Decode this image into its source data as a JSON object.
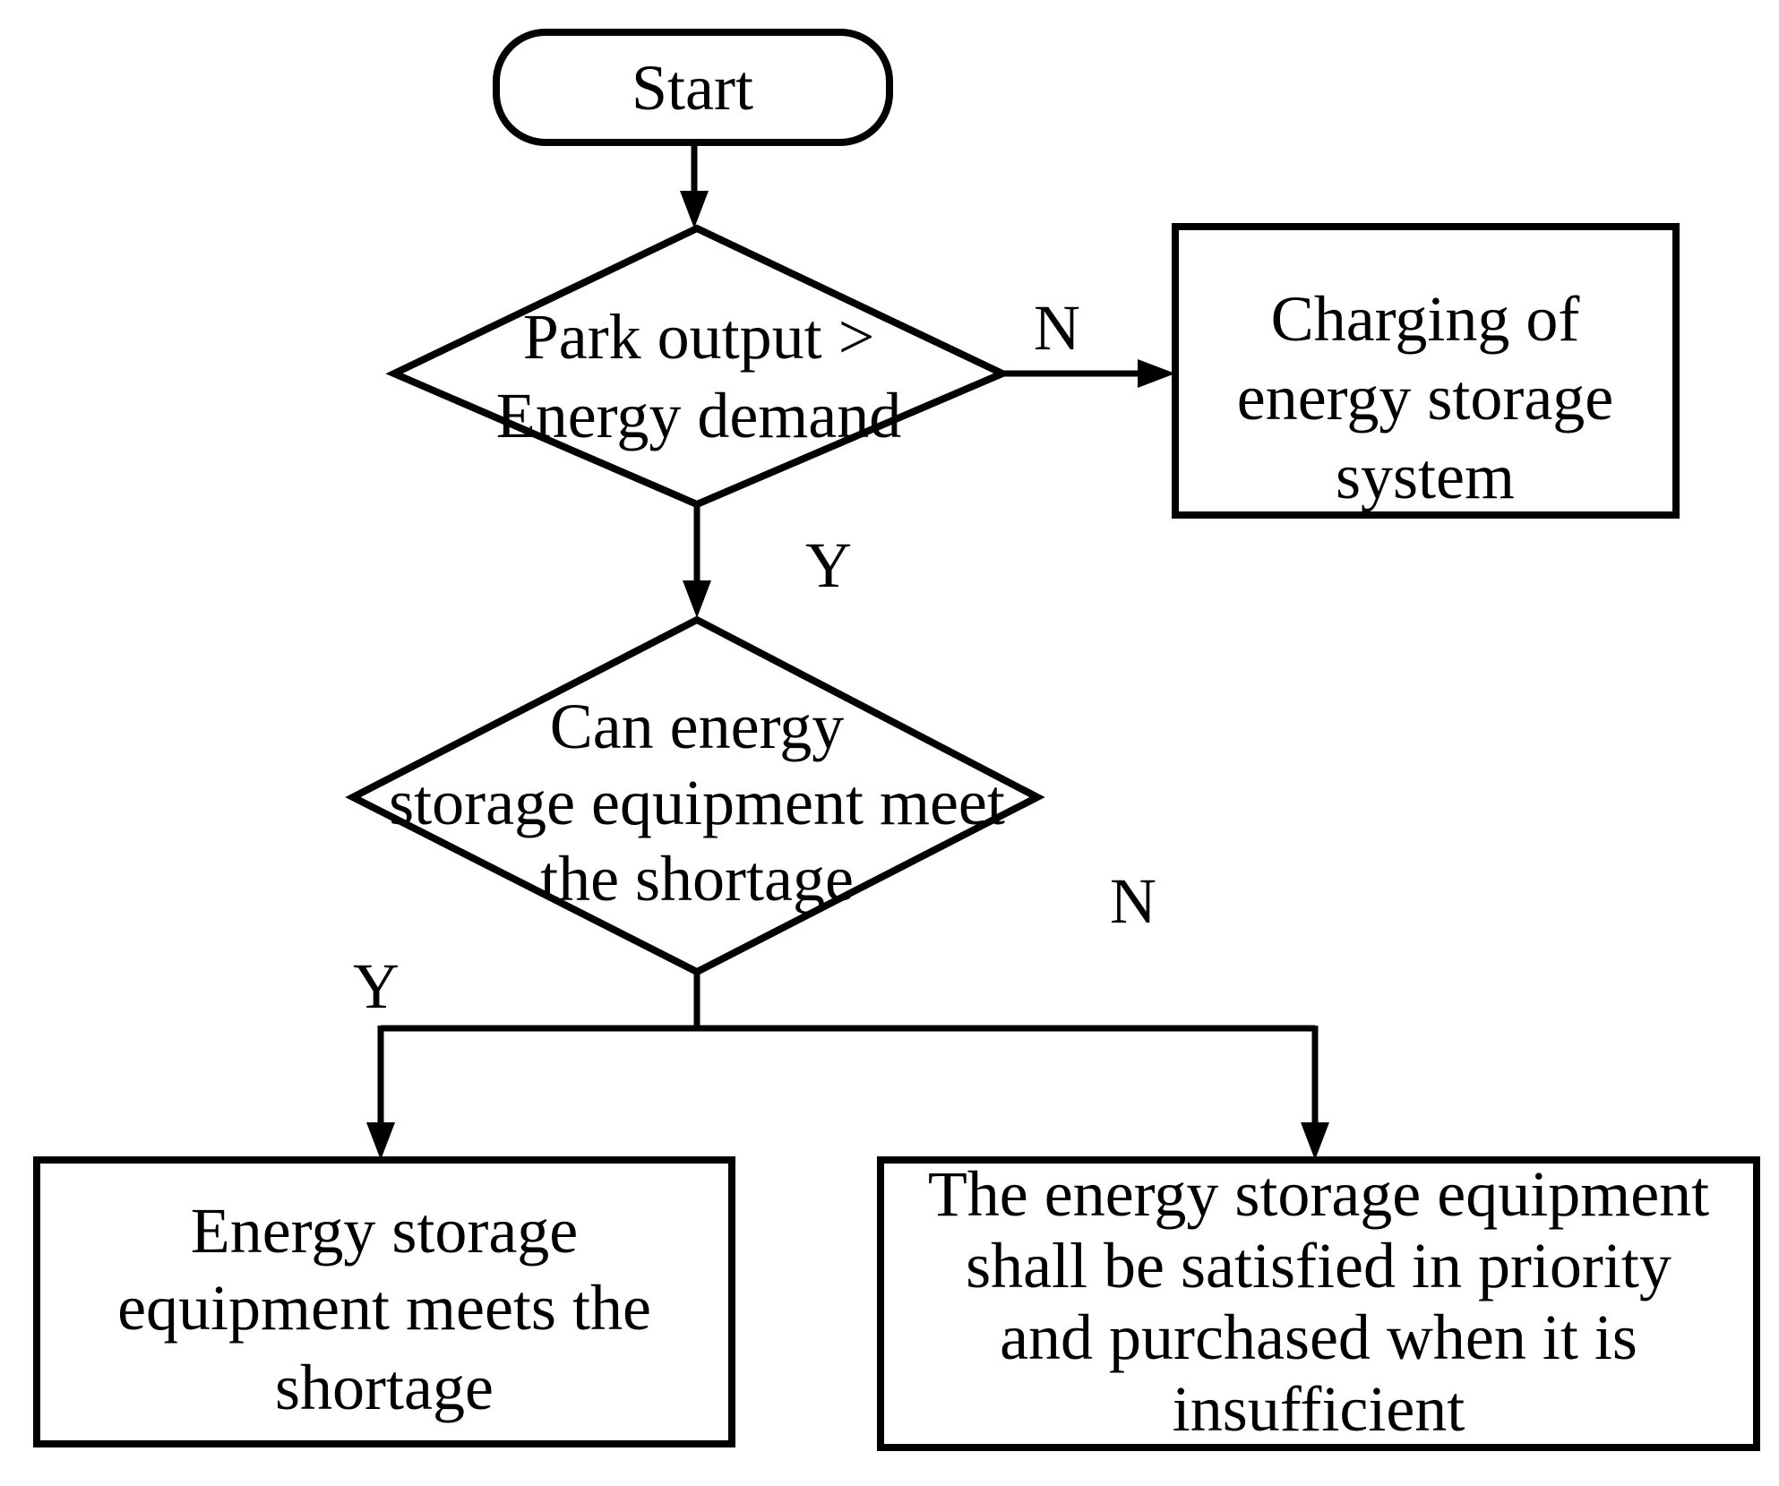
{
  "diagram": {
    "type": "flowchart",
    "background_color": "#ffffff",
    "stroke_color": "#000000",
    "text_color": "#000000"
  },
  "nodes": {
    "start": {
      "shape": "rounded-terminator",
      "label": "Start"
    },
    "decision_park_output": {
      "shape": "diamond",
      "lines": [
        "Park output >",
        "Energy demand"
      ]
    },
    "charging": {
      "shape": "rectangle",
      "lines": [
        "Charging of",
        "energy storage",
        "system"
      ]
    },
    "decision_storage_meet": {
      "shape": "diamond",
      "lines": [
        "Can energy",
        "storage equipment meet",
        "the shortage"
      ]
    },
    "storage_meets": {
      "shape": "rectangle",
      "lines": [
        "Energy storage",
        "equipment meets the",
        "shortage"
      ]
    },
    "priority_purchase": {
      "shape": "rectangle",
      "lines": [
        "The energy storage equipment",
        "shall be satisfied in priority",
        "and purchased when it is",
        "insufficient"
      ]
    }
  },
  "edge_labels": {
    "decision1_no": "N",
    "decision1_yes": "Y",
    "decision2_yes": "Y",
    "decision2_no": "N"
  }
}
